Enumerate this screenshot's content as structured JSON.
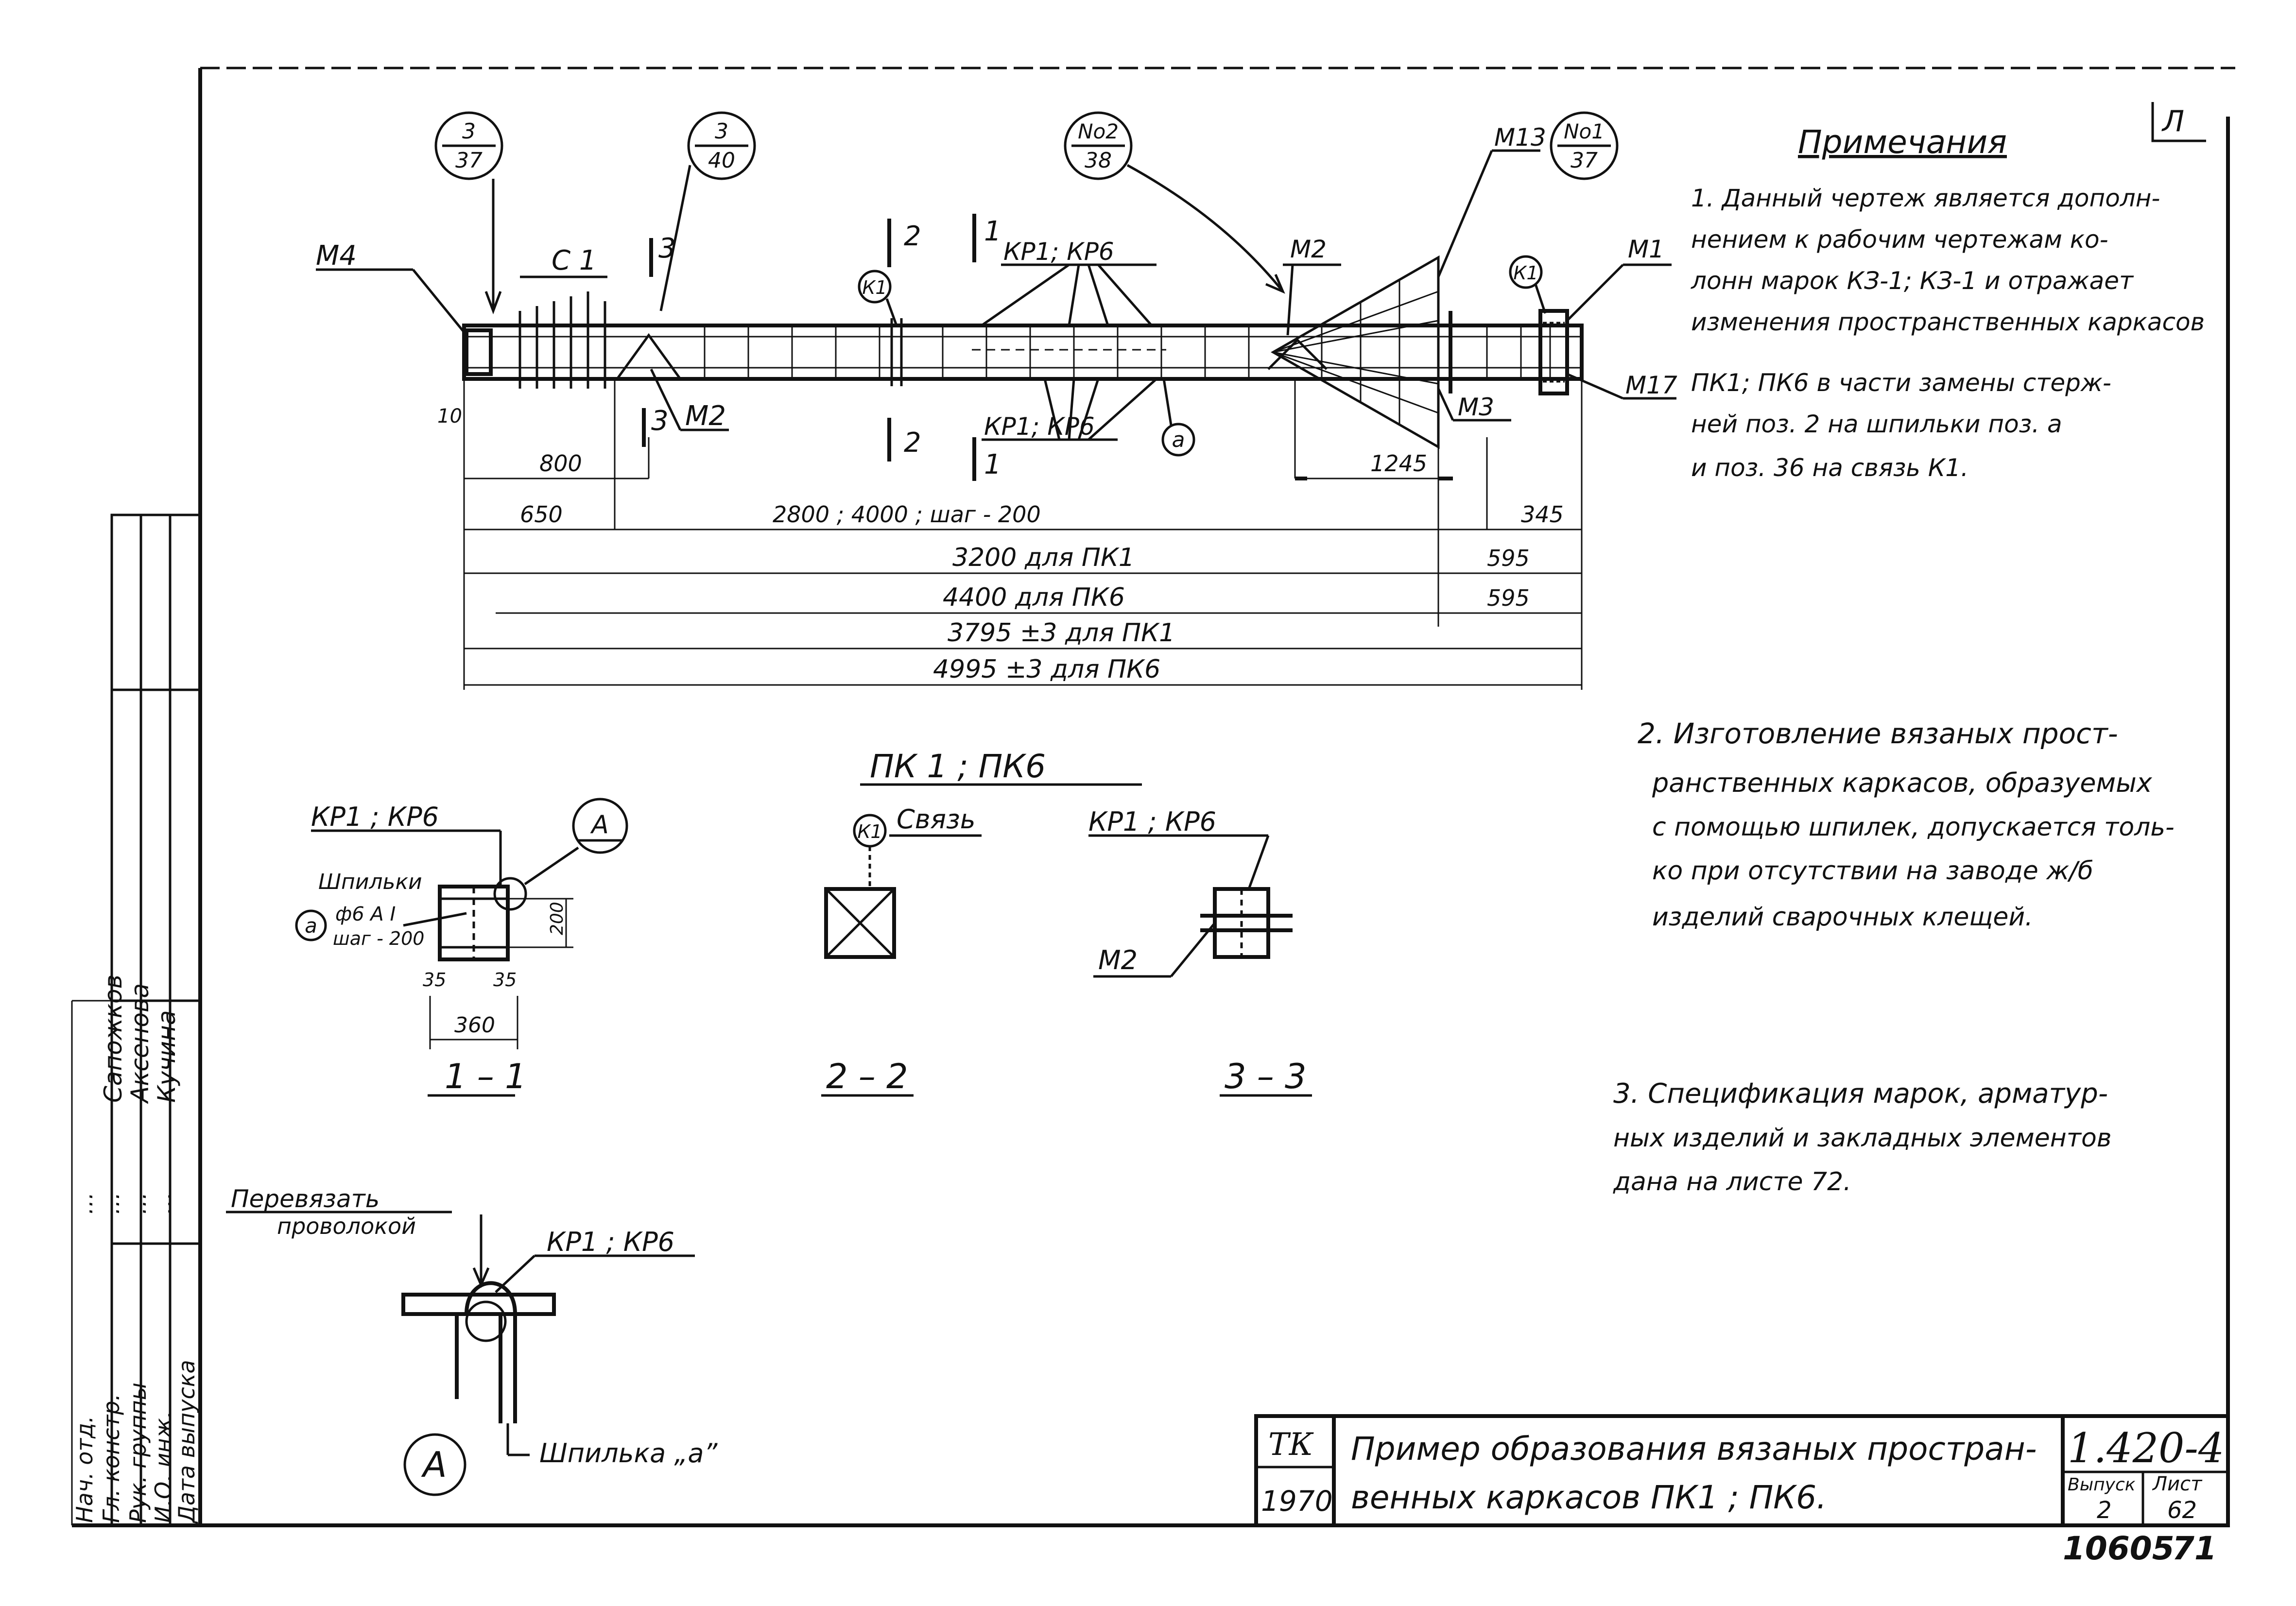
{
  "callouts": {
    "c1": {
      "top": "3",
      "bottom": "37"
    },
    "c2": {
      "top": "3",
      "bottom": "40"
    },
    "c3": {
      "top": "No2",
      "bottom": "38"
    },
    "c4": {
      "top": "No1",
      "bottom": "37"
    },
    "detail_a": "А",
    "k1": "К1"
  },
  "labels": {
    "m4": "М4",
    "c1": "С 1",
    "m2": "М2",
    "m3": "М3",
    "m1": "М1",
    "m13": "М13",
    "m17": "М17",
    "a": "а",
    "kp_top": "КР1; КР6",
    "kp_bottom": "КР1; КР6",
    "sec1": "1",
    "sec2": "2",
    "sec3": "3",
    "dim10": "10"
  },
  "dimensions": {
    "d800": "800",
    "d650": "650",
    "d_mid": "2800 ; 4000 ;  шаг - 200",
    "d345": "345",
    "d1245": "1245",
    "d3200": "3200  для ПК1",
    "d4400": "4400  для ПК6",
    "d595a": "595",
    "d595b": "595",
    "d3795": "3795 ±3 для ПК1",
    "d4995": "4995 ±3 для ПК6"
  },
  "sections": {
    "title": "ПК 1  ;  ПК6",
    "s11": {
      "caption": "1 – 1",
      "kp": "КР1 ; КР6",
      "shpilki": "Шпильки",
      "a": "а",
      "spec": "ф6 А I",
      "step": "шаг - 200",
      "d200": "200",
      "d35a": "35",
      "d35b": "35",
      "d360": "360",
      "callout": "А"
    },
    "s22": {
      "caption": "2 – 2",
      "k1": "К1",
      "svyaz": "Связь"
    },
    "s33": {
      "caption": "3 – 3",
      "kp": "КР1 ; КР6",
      "m2": "М2"
    }
  },
  "detail": {
    "perevyazat": "Перевязать",
    "provolokoi": "проволокой",
    "kp": "КР1 ; КР6",
    "shpilka": "Шпилька „а”",
    "callout": "А"
  },
  "notes": {
    "heading": "Примечания",
    "n1": [
      "1.  Данный чертеж является дополн-",
      "нением к рабочим чертежам ко-",
      "лонн марок КЗ-1; КЗ-1 и отражает",
      "изменения пространственных каркасов",
      "ПК1; ПК6 в части замены стерж-",
      "ней поз. 2   на  шпильки поз. а",
      "и поз. 36  на   связь  К1."
    ],
    "n2": [
      "2.  Изготовление вязаных прост-",
      "ранственных каркасов, образуемых",
      "с помощью шпилек, допускается толь-",
      "ко при отсутствии на заводе  ж/б",
      "изделий  сварочных  клещей."
    ],
    "n3": [
      "3. Спецификация марок, арматур-",
      "ных изделий и закладных элементов",
      "дана  на   листе  72."
    ]
  },
  "title_block": {
    "tk": "ТК",
    "year": "1970",
    "title_line1": "Пример образования вязаных простран-",
    "title_line2": "венных   каркасов  ПК1 ; ПК6.",
    "code": "1.420-4",
    "vypusk_label": "Выпуск",
    "vypusk": "2",
    "list_label": "Лист",
    "list": "62",
    "inventory": "10605",
    "inv_sheet": "71"
  },
  "side_stamp": {
    "roles": [
      "Нач. отд.",
      "Гл. констр.",
      "Рук. группы",
      "И.О. инж.",
      "Дата выпуска"
    ],
    "names": [
      "Сапожков",
      "Аксенова",
      "Кучина"
    ],
    "signs": [
      "…",
      "…",
      "…",
      "…"
    ]
  }
}
